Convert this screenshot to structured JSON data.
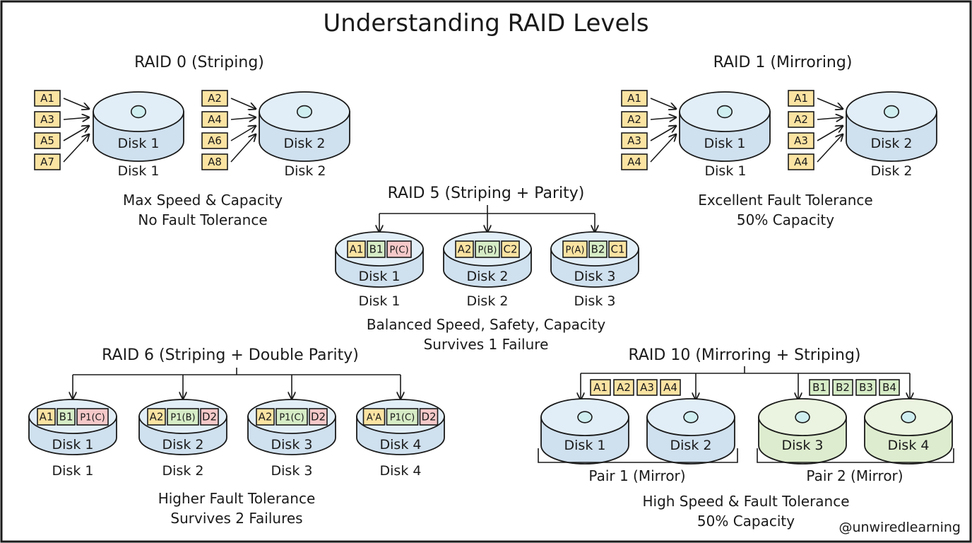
{
  "title": "Understanding RAID Levels",
  "credit": "@unwiredlearning",
  "colors": {
    "disk_blue": "#cfe0ee",
    "disk_blue_top": "#e2eef7",
    "disk_green": "#ddecce",
    "disk_green_top": "#ebf4e0",
    "hole": "#cfeef0",
    "block_yellow": "#fbe3a2",
    "block_green": "#d6ecc6",
    "block_pink": "#f6c9c9",
    "ink": "#1a1a1a"
  },
  "raid0": {
    "heading": "RAID 0 (Striping)",
    "disk1_blocks": [
      "A1",
      "A3",
      "A5",
      "A7"
    ],
    "disk2_blocks": [
      "A2",
      "A4",
      "A6",
      "A8"
    ],
    "disk1_label": "Disk 1",
    "disk2_label": "Disk 2",
    "disk1_caption": "Disk 1",
    "disk2_caption": "Disk 2",
    "line1": "Max Speed & Capacity",
    "line2": "No Fault Tolerance"
  },
  "raid1": {
    "heading": "RAID 1 (Mirroring)",
    "disk1_blocks": [
      "A1",
      "A2",
      "A3",
      "A4"
    ],
    "disk2_blocks": [
      "A1",
      "A2",
      "A3",
      "A4"
    ],
    "disk1_label": "Disk 1",
    "disk2_label": "Disk 2",
    "disk1_caption": "Disk 1",
    "disk2_caption": "Disk 2",
    "line1": "Excellent Fault Tolerance",
    "line2": "50% Capacity"
  },
  "raid5": {
    "heading": "RAID 5 (Striping + Parity)",
    "disks": [
      {
        "label": "Disk 1",
        "caption": "Disk 1",
        "blocks": [
          {
            "text": "A1",
            "kind": "yellow"
          },
          {
            "text": "B1",
            "kind": "green"
          },
          {
            "text": "P(C)",
            "kind": "pink"
          }
        ]
      },
      {
        "label": "Disk 2",
        "caption": "Disk 2",
        "blocks": [
          {
            "text": "A2",
            "kind": "yellow"
          },
          {
            "text": "P(B)",
            "kind": "green"
          },
          {
            "text": "C2",
            "kind": "yellow"
          }
        ]
      },
      {
        "label": "Disk 3",
        "caption": "Disk 3",
        "blocks": [
          {
            "text": "P(A)",
            "kind": "yellow"
          },
          {
            "text": "B2",
            "kind": "green"
          },
          {
            "text": "C1",
            "kind": "yellow"
          }
        ]
      }
    ],
    "line1": "Balanced Speed, Safety, Capacity",
    "line2": "Survives 1 Failure"
  },
  "raid6": {
    "heading": "RAID 6 (Striping + Double Parity)",
    "disks": [
      {
        "label": "Disk 1",
        "caption": "Disk 1",
        "blocks": [
          {
            "text": "A1",
            "kind": "yellow"
          },
          {
            "text": "B1",
            "kind": "green"
          },
          {
            "text": "P1(C)",
            "kind": "pink"
          }
        ]
      },
      {
        "label": "Disk 2",
        "caption": "Disk 2",
        "blocks": [
          {
            "text": "A2",
            "kind": "yellow"
          },
          {
            "text": "P1(B)",
            "kind": "green"
          },
          {
            "text": "D2",
            "kind": "pink"
          }
        ]
      },
      {
        "label": "Disk 3",
        "caption": "Disk 3",
        "blocks": [
          {
            "text": "A2",
            "kind": "yellow"
          },
          {
            "text": "P1(C)",
            "kind": "green"
          },
          {
            "text": "D2",
            "kind": "pink"
          }
        ]
      },
      {
        "label": "Disk 4",
        "caption": "Disk 4",
        "blocks": [
          {
            "text": "A'A",
            "kind": "yellow"
          },
          {
            "text": "P1(C)",
            "kind": "green"
          },
          {
            "text": "D2",
            "kind": "pink"
          }
        ]
      }
    ],
    "line1": "Higher Fault Tolerance",
    "line2": "Survives 2 Failures"
  },
  "raid10": {
    "heading": "RAID 10 (Mirroring + Striping)",
    "pair1_blocks": [
      "A1",
      "A2",
      "A3",
      "A4"
    ],
    "pair2_blocks": [
      "B1",
      "B2",
      "B3",
      "B4"
    ],
    "disks": [
      "Disk 1",
      "Disk 2",
      "Disk 3",
      "Disk 4"
    ],
    "pair1_label": "Pair 1 (Mirror)",
    "pair2_label": "Pair 2 (Mirror)",
    "line1": "High Speed & Fault Tolerance",
    "line2": "50% Capacity"
  }
}
